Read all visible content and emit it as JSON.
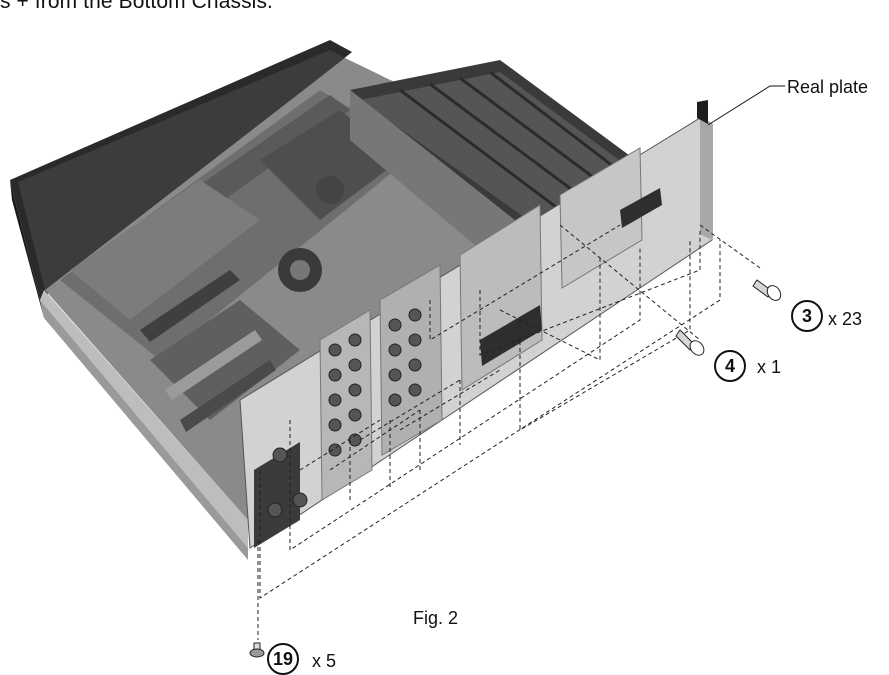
{
  "heading": "s + from the Bottom Chassis.",
  "labels": {
    "rear_plate": "Real plate",
    "figure": "Fig. 2"
  },
  "callouts": [
    {
      "number": "3",
      "quantity": "x 23"
    },
    {
      "number": "4",
      "quantity": "x 1"
    },
    {
      "number": "19",
      "quantity": "x 5"
    }
  ]
}
